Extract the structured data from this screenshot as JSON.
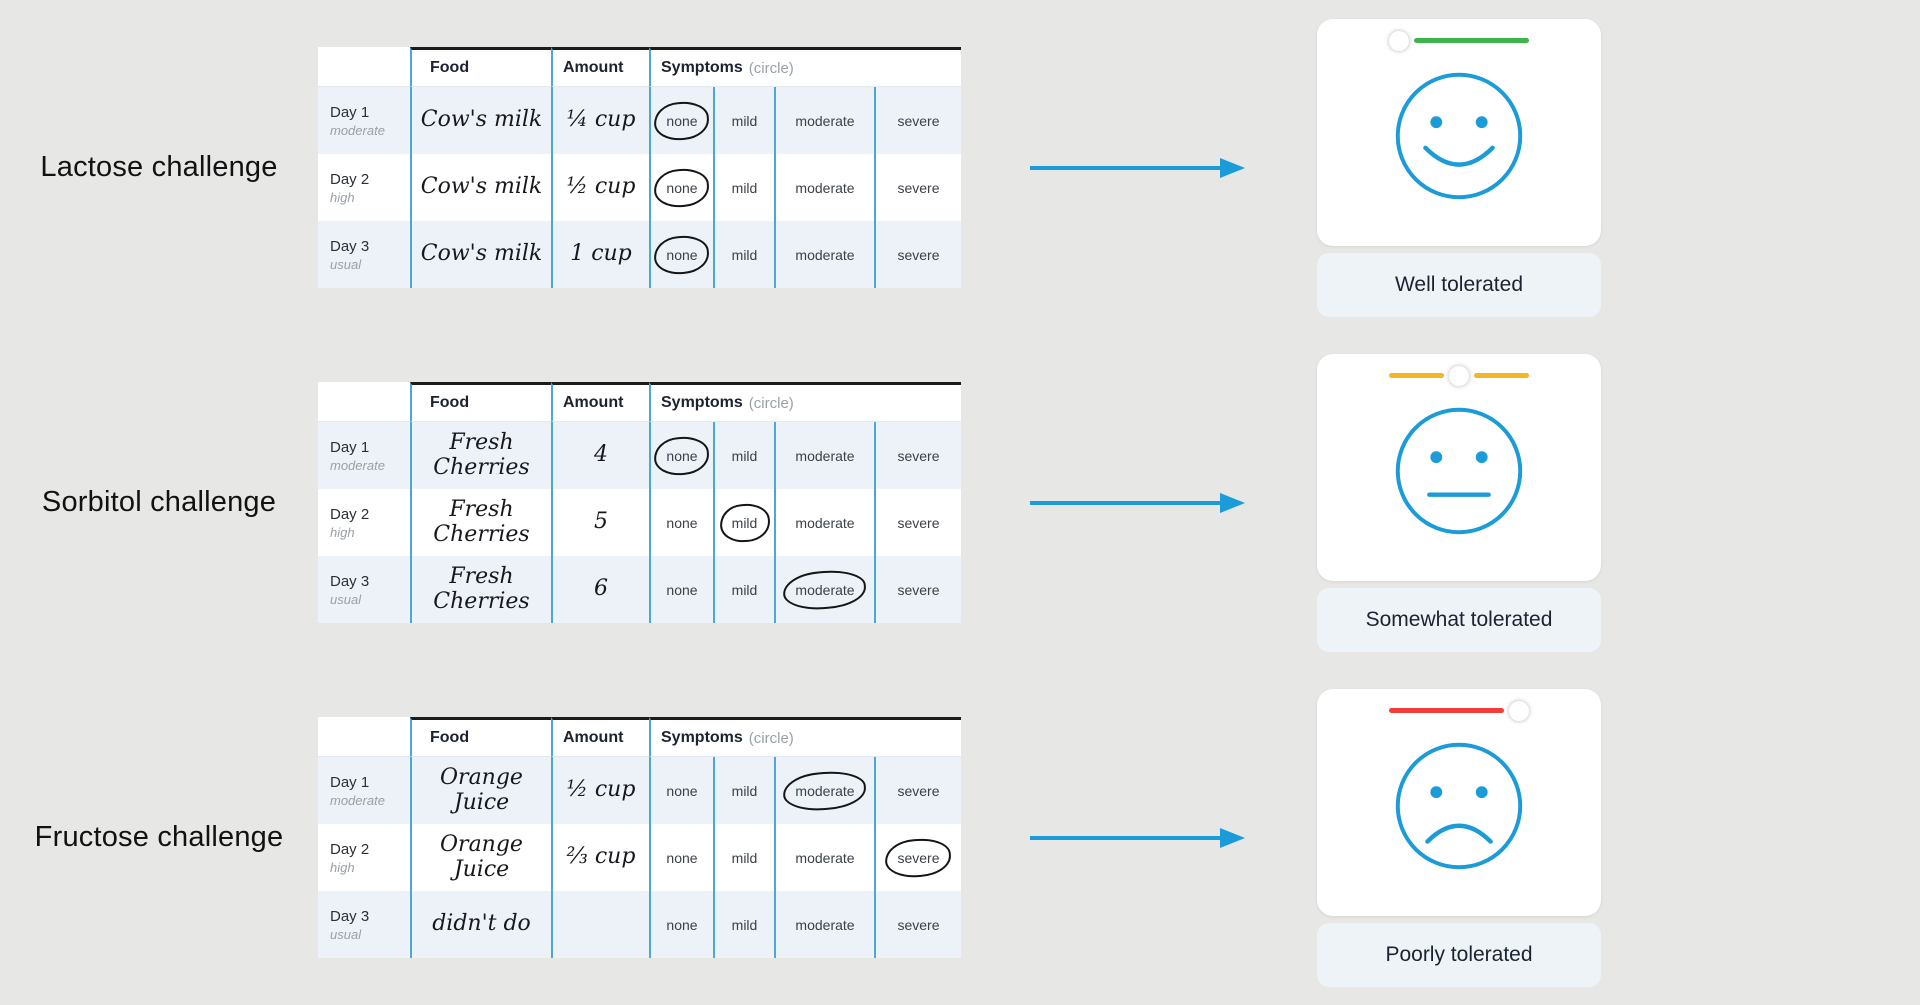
{
  "page": {
    "background": "#e7e7e6"
  },
  "colors": {
    "accent_blue": "#1b9bd8",
    "table_line_blue": "#4aa7d8",
    "row_tint": "#edf2f8",
    "green": "#3db54b",
    "amber": "#f2b626",
    "red": "#f23d38",
    "label_box_bg": "#edf3f7"
  },
  "table_headers": {
    "food": "Food",
    "amount": "Amount",
    "symptoms": "Symptoms",
    "symptoms_note": "(circle)"
  },
  "symptom_options": [
    "none",
    "mild",
    "moderate",
    "severe"
  ],
  "days": [
    {
      "day": "Day 1",
      "level": "moderate"
    },
    {
      "day": "Day 2",
      "level": "high"
    },
    {
      "day": "Day 3",
      "level": "usual"
    }
  ],
  "challenges": [
    {
      "label": "Lactose challenge",
      "rows": [
        {
          "food": "Cow's milk",
          "amount": "¼ cup",
          "circled": "none"
        },
        {
          "food": "Cow's milk",
          "amount": "½ cup",
          "circled": "none"
        },
        {
          "food": "Cow's milk",
          "amount": "1 cup",
          "circled": "none"
        }
      ],
      "result": {
        "label": "Well tolerated",
        "face": "happy",
        "indicator": "left",
        "indicator_color": "#3db54b"
      }
    },
    {
      "label": "Sorbitol challenge",
      "rows": [
        {
          "food": "Fresh Cherries",
          "amount": "4",
          "circled": "none"
        },
        {
          "food": "Fresh Cherries",
          "amount": "5",
          "circled": "mild"
        },
        {
          "food": "Fresh Cherries",
          "amount": "6",
          "circled": "moderate"
        }
      ],
      "result": {
        "label": "Somewhat tolerated",
        "face": "neutral",
        "indicator": "center",
        "indicator_color": "#f2b626"
      }
    },
    {
      "label": "Fructose challenge",
      "rows": [
        {
          "food": "Orange Juice",
          "amount": "½ cup",
          "circled": "moderate"
        },
        {
          "food": "Orange Juice",
          "amount": "⅔ cup",
          "circled": "severe"
        },
        {
          "food": "didn't do",
          "amount": "",
          "circled": ""
        }
      ],
      "result": {
        "label": "Poorly tolerated",
        "face": "sad",
        "indicator": "right",
        "indicator_color": "#f23d38"
      }
    }
  ]
}
